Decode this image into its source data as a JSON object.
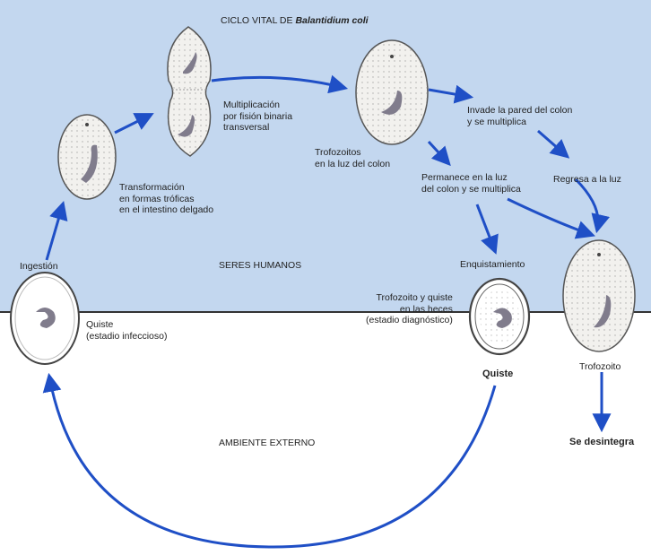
{
  "title": {
    "prefix": "CICLO VITAL DE",
    "organism": "Balantidium coli"
  },
  "regions": {
    "host": "SERES HUMANOS",
    "environment": "AMBIENTE EXTERNO"
  },
  "labels": {
    "ingestion": "Ingestión",
    "cyst_infective": [
      "Quiste",
      "(estadio infeccioso)"
    ],
    "transformation": [
      "Transformación",
      "en formas tróficas",
      "en el intestino delgado"
    ],
    "multiplication": [
      "Multiplicación",
      "por fisión binaria",
      "transversal"
    ],
    "trophozoites_lumen": [
      "Trofozoitos",
      "en la luz del colon"
    ],
    "invades": [
      "Invade la pared del colon",
      "y se multiplica"
    ],
    "returns": "Regresa a la luz",
    "remains": [
      "Permanece en la luz",
      "del colon y se multiplica"
    ],
    "encystment": "Enquistamiento",
    "in_feces": [
      "Trofozoito y quiste",
      "en las heces",
      "(estadio diagnóstico)"
    ],
    "cyst_final": "Quiste",
    "trophozoite_final": "Trofozoito",
    "disintegrates": "Se desintegra"
  },
  "colors": {
    "host_area": "#c3d7ef",
    "arrow": "#1f4fc6",
    "nucleus": "#807c8c",
    "cell_border": "#555555"
  }
}
